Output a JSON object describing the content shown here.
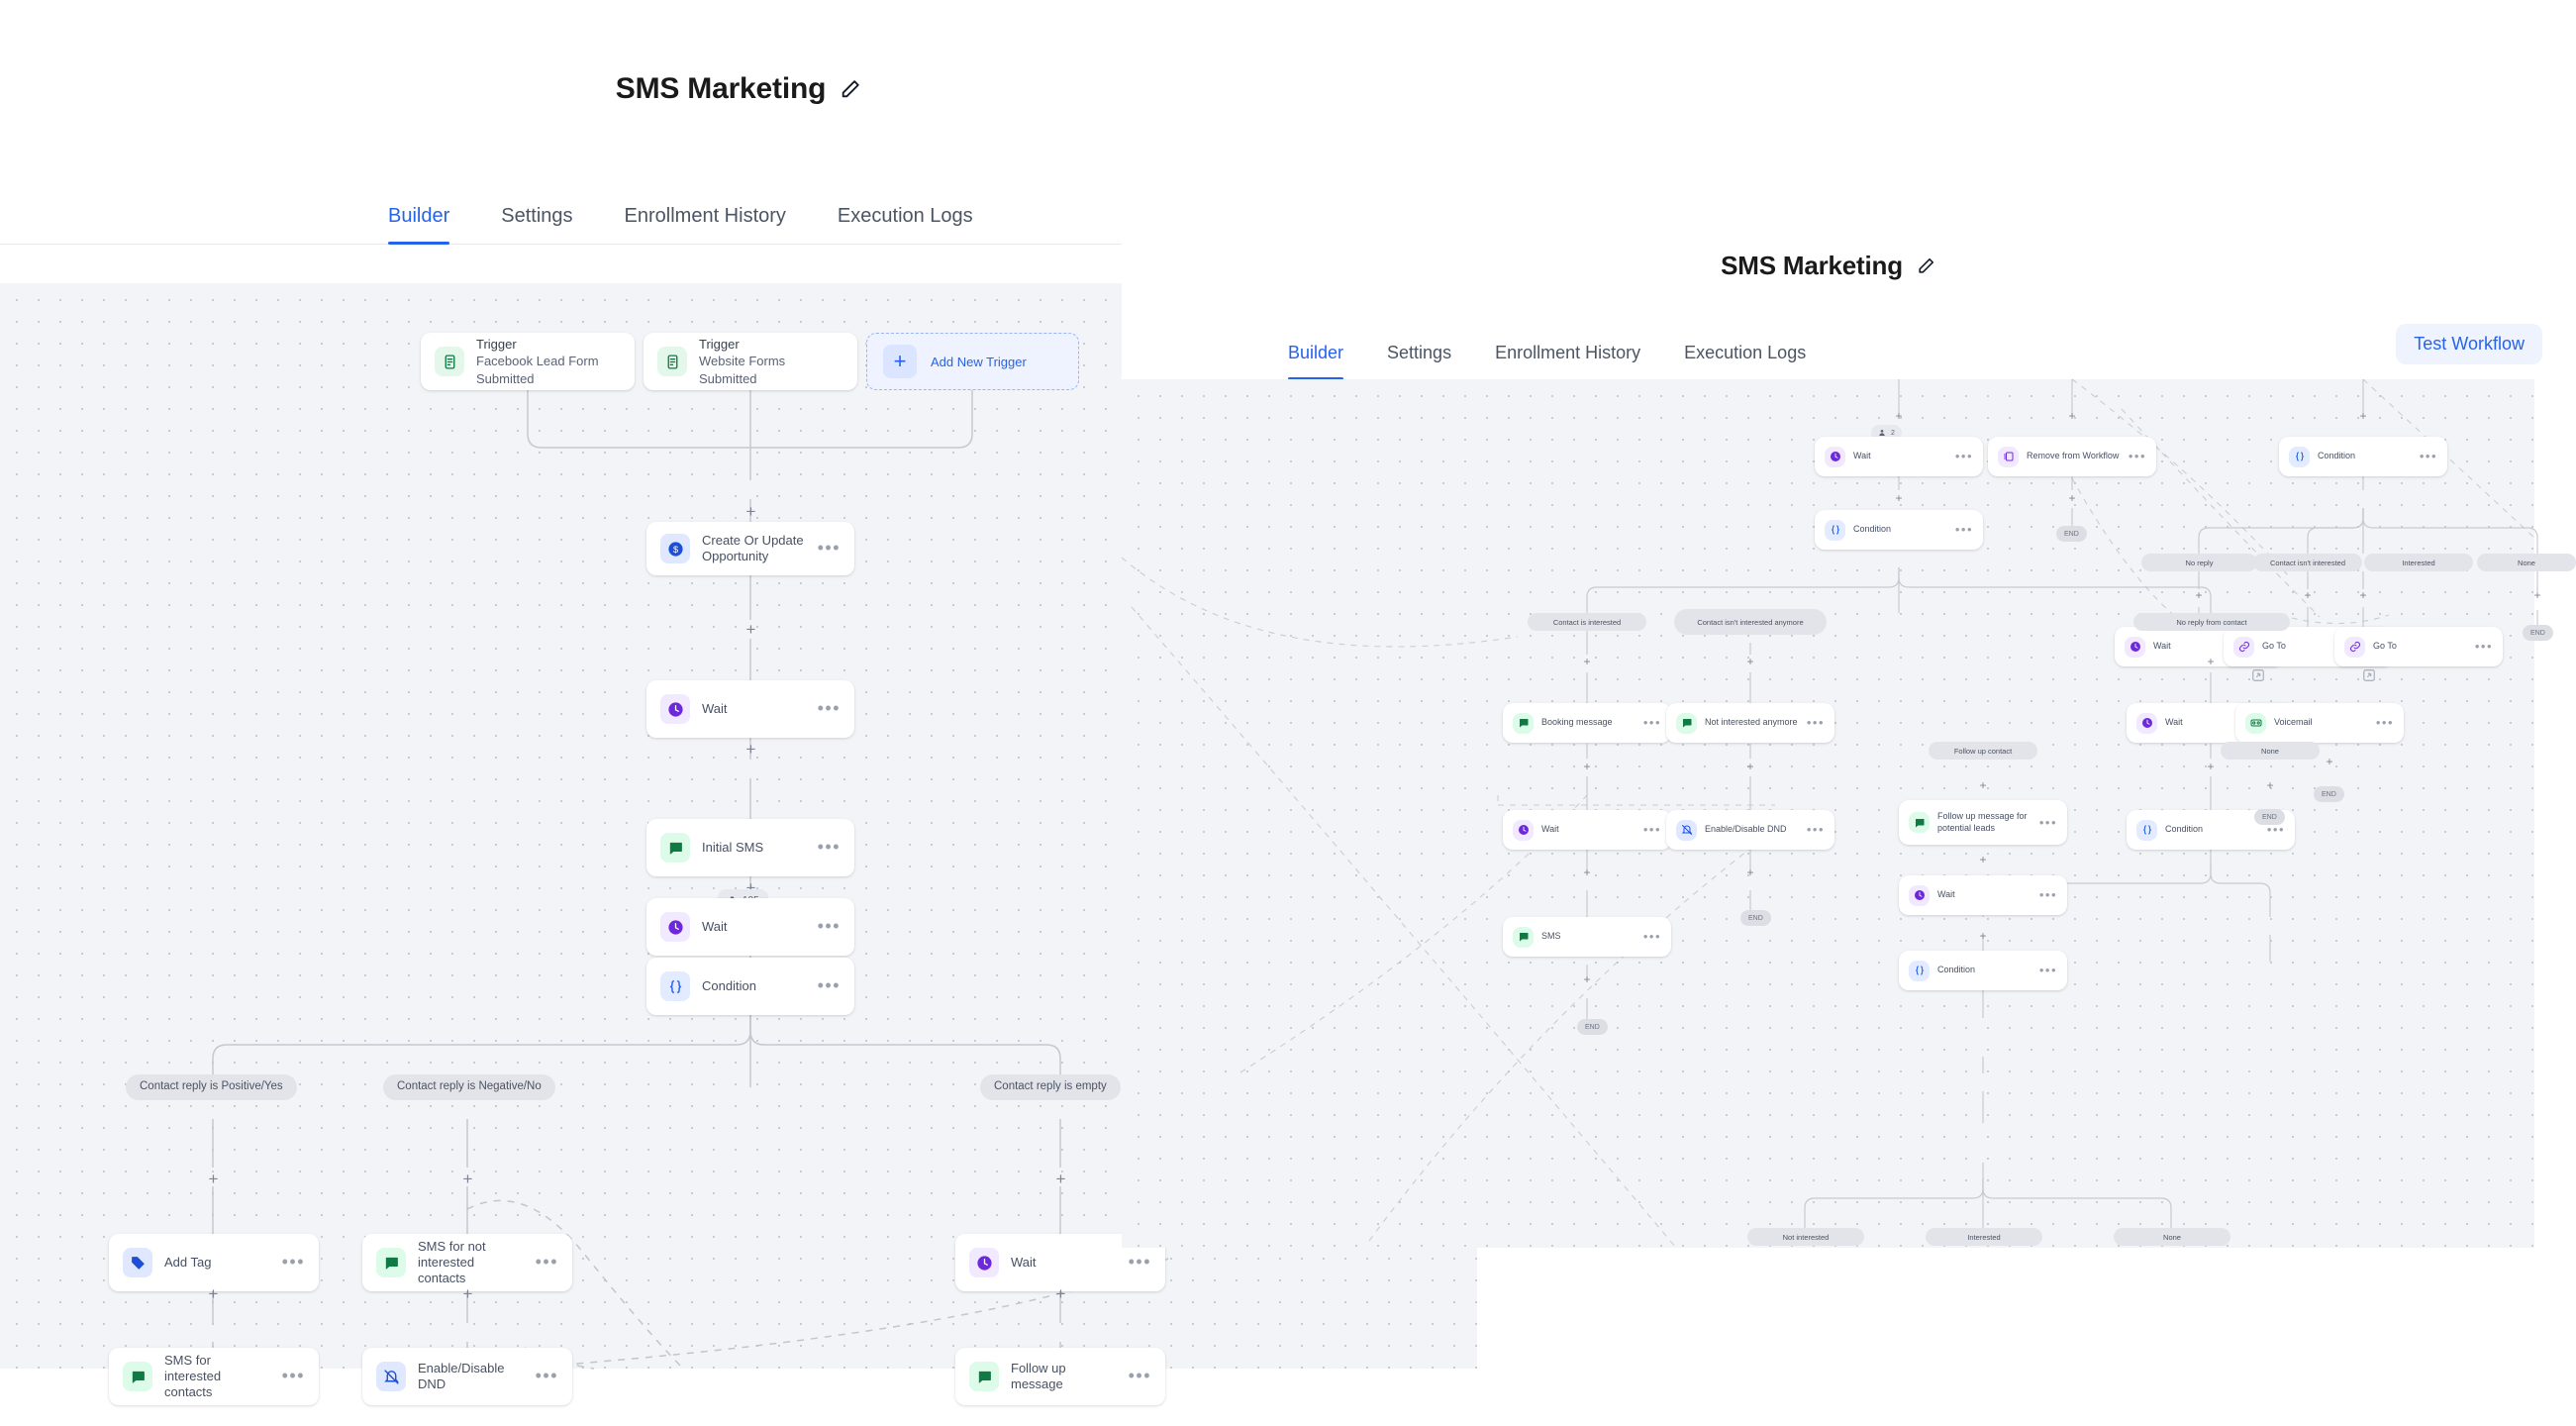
{
  "app": {
    "accent_color": "#2563eb",
    "canvas_bg": "#f3f4f7",
    "node_bg": "#ffffff"
  },
  "back_window": {
    "title": "SMS Marketing",
    "edit_icon": "pencil-icon",
    "tabs": [
      {
        "label": "Builder",
        "active": true
      },
      {
        "label": "Settings",
        "active": false
      },
      {
        "label": "Enrollment History",
        "active": false
      },
      {
        "label": "Execution Logs",
        "active": false
      }
    ],
    "canvas": {
      "triggers": [
        {
          "kind": "Trigger",
          "name": "Facebook Lead Form Submitted",
          "icon": "clipboard-icon"
        },
        {
          "kind": "Trigger",
          "name": "Website Forms Submitted",
          "icon": "clipboard-icon"
        }
      ],
      "add_trigger_label": "Add New Trigger",
      "add_trigger_icon": "plus-icon",
      "contact_badge": {
        "icon": "person-icon",
        "count": "105"
      },
      "nodes": [
        {
          "id": "n1",
          "label": "Create Or Update Opportunity",
          "icon": "opportunity-icon"
        },
        {
          "id": "n2",
          "label": "Wait",
          "icon": "clock-icon"
        },
        {
          "id": "n3",
          "label": "Initial SMS",
          "icon": "sms-icon"
        },
        {
          "id": "n4",
          "label": "Wait",
          "icon": "clock-icon"
        },
        {
          "id": "n5",
          "label": "Condition",
          "icon": "condition-icon"
        },
        {
          "id": "n6",
          "label": "Add Tag",
          "icon": "tag-icon"
        },
        {
          "id": "n7",
          "label": "SMS for not interested contacts",
          "icon": "sms-icon"
        },
        {
          "id": "n8",
          "label": "Wait",
          "icon": "clock-icon"
        },
        {
          "id": "n9",
          "label": "SMS for interested contacts",
          "icon": "sms-icon"
        },
        {
          "id": "n10",
          "label": "Enable/Disable DND",
          "icon": "dnd-icon"
        },
        {
          "id": "n11",
          "label": "Follow up message",
          "icon": "sms-icon"
        }
      ],
      "branch_labels": [
        "Contact reply is Positive/Yes",
        "Contact reply is Negative/No",
        "Contact reply is empty"
      ]
    }
  },
  "front_window": {
    "title": "SMS Marketing",
    "edit_icon": "pencil-icon",
    "tabs": [
      {
        "label": "Builder",
        "active": true
      },
      {
        "label": "Settings",
        "active": false
      },
      {
        "label": "Enrollment History",
        "active": false
      },
      {
        "label": "Execution Logs",
        "active": false
      }
    ],
    "test_button_label": "Test Workflow",
    "canvas": {
      "contact_badge": {
        "icon": "person-icon",
        "count": "2"
      },
      "nodes": [
        {
          "id": "f1",
          "label": "Wait",
          "icon": "clock-icon"
        },
        {
          "id": "f2",
          "label": "Remove from Workflow",
          "icon": "remove-workflow-icon"
        },
        {
          "id": "f3",
          "label": "Condition",
          "icon": "condition-icon"
        },
        {
          "id": "f4",
          "label": "Condition",
          "icon": "condition-icon"
        },
        {
          "id": "f5",
          "label": "Booking message",
          "icon": "sms-icon"
        },
        {
          "id": "f6",
          "label": "Not interested anymore",
          "icon": "sms-icon"
        },
        {
          "id": "f7",
          "label": "Wait",
          "icon": "clock-icon"
        },
        {
          "id": "f8",
          "label": "Voicemail",
          "icon": "voicemail-icon"
        },
        {
          "id": "f9",
          "label": "Wait",
          "icon": "clock-icon"
        },
        {
          "id": "f10",
          "label": "Go To",
          "icon": "goto-icon"
        },
        {
          "id": "f11",
          "label": "Go To",
          "icon": "goto-icon"
        },
        {
          "id": "f12",
          "label": "Wait",
          "icon": "clock-icon"
        },
        {
          "id": "f13",
          "label": "Enable/Disable DND",
          "icon": "dnd-icon"
        },
        {
          "id": "f14",
          "label": "Condition",
          "icon": "condition-icon"
        },
        {
          "id": "f15",
          "label": "SMS",
          "icon": "sms-icon"
        },
        {
          "id": "f16",
          "label": "Follow up message for potential leads",
          "icon": "sms-icon"
        },
        {
          "id": "f17",
          "label": "Wait",
          "icon": "clock-icon"
        },
        {
          "id": "f18",
          "label": "Condition",
          "icon": "condition-icon"
        }
      ],
      "branch_labels": [
        "Contact is interested",
        "Contact isn't interested anymore",
        "No reply from contact",
        "No reply",
        "Contact isn't interested",
        "Interested",
        "None",
        "Follow up contact",
        "None",
        "Not interested",
        "Interested",
        "None"
      ],
      "end_label": "END"
    }
  }
}
